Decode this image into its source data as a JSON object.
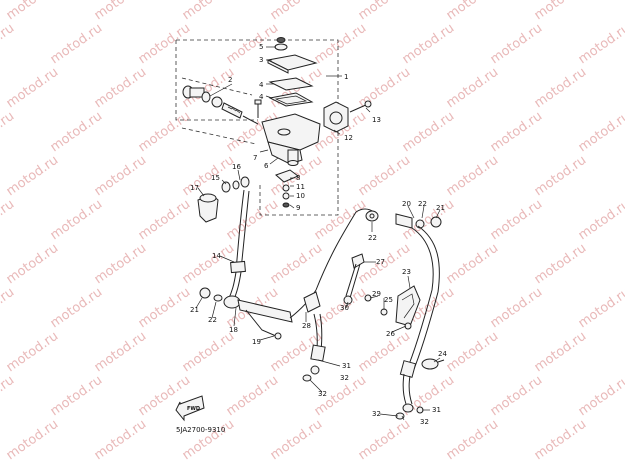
{
  "watermark": {
    "text": "motod.ru",
    "color": "#e9b9b9"
  },
  "diagram_code": "5JA2700-9310",
  "fwd_label": "FWD",
  "callouts": {
    "c1": "1",
    "c2": "2",
    "c3": "3",
    "c4": "4",
    "c5": "5",
    "c6": "6",
    "c7": "7",
    "c8": "8",
    "c9": "9",
    "c10": "10",
    "c11": "11",
    "c12": "12",
    "c13": "13",
    "c14": "14",
    "c15": "15",
    "c16": "16",
    "c17": "17",
    "c18": "18",
    "c19": "19",
    "c20": "20",
    "c21a": "21",
    "c21b": "21",
    "c22a": "22",
    "c22b": "22",
    "c22c": "22",
    "c23": "23",
    "c24": "24",
    "c25": "25",
    "c26": "26",
    "c27": "27",
    "c28": "28",
    "c29": "29",
    "c30": "30",
    "c31a": "31",
    "c31b": "31",
    "c32a": "32",
    "c32b": "32",
    "c32c": "32",
    "c32d": "32"
  }
}
